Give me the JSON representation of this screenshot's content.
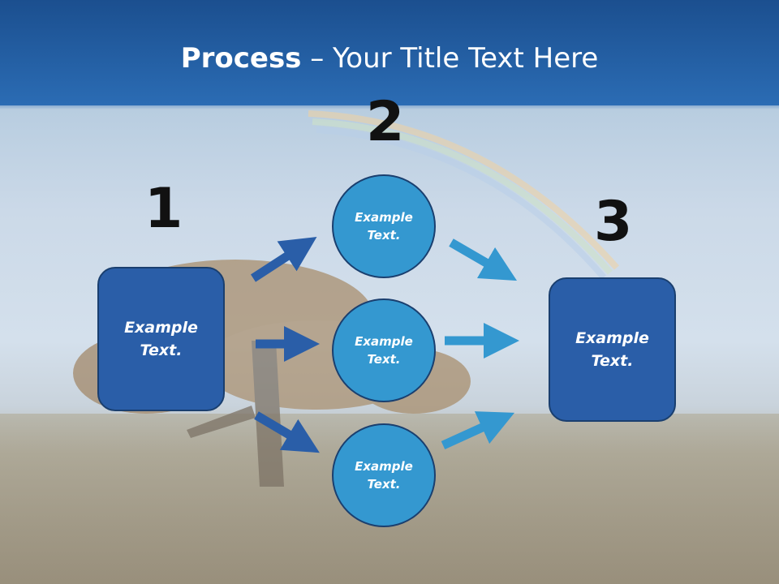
{
  "title": {
    "bold": "Process",
    "rest": " – Your Title Text Here"
  },
  "steps": {
    "one": "1",
    "two": "2",
    "three": "3"
  },
  "left_box": {
    "text_line1": "Example",
    "text_line2": "Text."
  },
  "right_box": {
    "text_line1": "Example",
    "text_line2": "Text."
  },
  "circles": [
    {
      "text_line1": "Example",
      "text_line2": "Text."
    },
    {
      "text_line1": "Example",
      "text_line2": "Text."
    },
    {
      "text_line1": "Example",
      "text_line2": "Text."
    }
  ],
  "colors": {
    "dark_blue": "#2a5ea8",
    "light_blue": "#3498d0",
    "title_bar": "#2b6cb4"
  }
}
